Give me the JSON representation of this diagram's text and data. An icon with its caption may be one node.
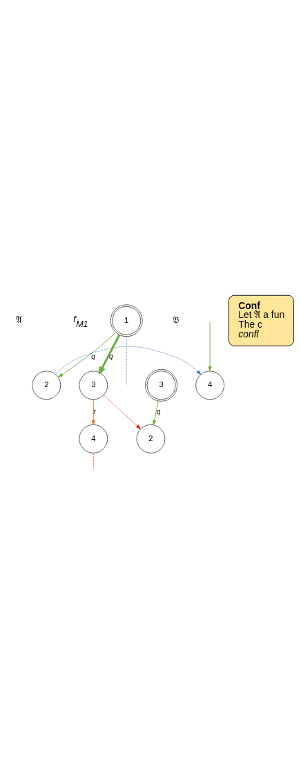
{
  "diagram": {
    "nodes": [
      {
        "text": [
          "2"
        ]
      },
      {
        "text": [
          "4"
        ]
      },
      {
        "text": [
          "1"
        ]
      },
      {
        "text": [
          "Conf",
          "Let 𝔄 a fun",
          "The c",
          "confl"
        ]
      },
      {
        "text": [
          "3"
        ]
      },
      {
        "text": [
          "4"
        ]
      },
      {
        "text": [
          "2"
        ]
      },
      {
        "text": [
          "3"
        ]
      }
    ],
    "edges": [
      {
        "from": 0,
        "to": 1,
        "arrow": "to",
        "style": "dashed",
        "color": "#4472c4"
      },
      {
        "from": 2,
        "to": 0,
        "arrow": "to",
        "label": "q"
      },
      {
        "from": null,
        "to": 1,
        "arrow": "to"
      },
      {
        "from": 2,
        "to": null,
        "arrow": "none",
        "style": "dashed",
        "color": "#4472c4"
      },
      {
        "from": 2,
        "to": 4,
        "arrow": "to",
        "label": "q",
        "style": "thick"
      },
      {
        "from": 4,
        "to": 6,
        "arrow": "to",
        "style": "dashed",
        "color": "#ff0000"
      },
      {
        "from": 4,
        "to": 5,
        "arrow": "to",
        "label": "r",
        "color": "#ed7d31"
      },
      {
        "from": 5,
        "to": null,
        "arrow": "none",
        "style": "dashed",
        "color": "#ff0000"
      },
      {
        "from": 7,
        "to": 6,
        "arrow": "to",
        "label": "q"
      }
    ],
    "labels": [
      "𝔄",
      "f$_{M1}$",
      "𝔅"
    ]
  }
}
